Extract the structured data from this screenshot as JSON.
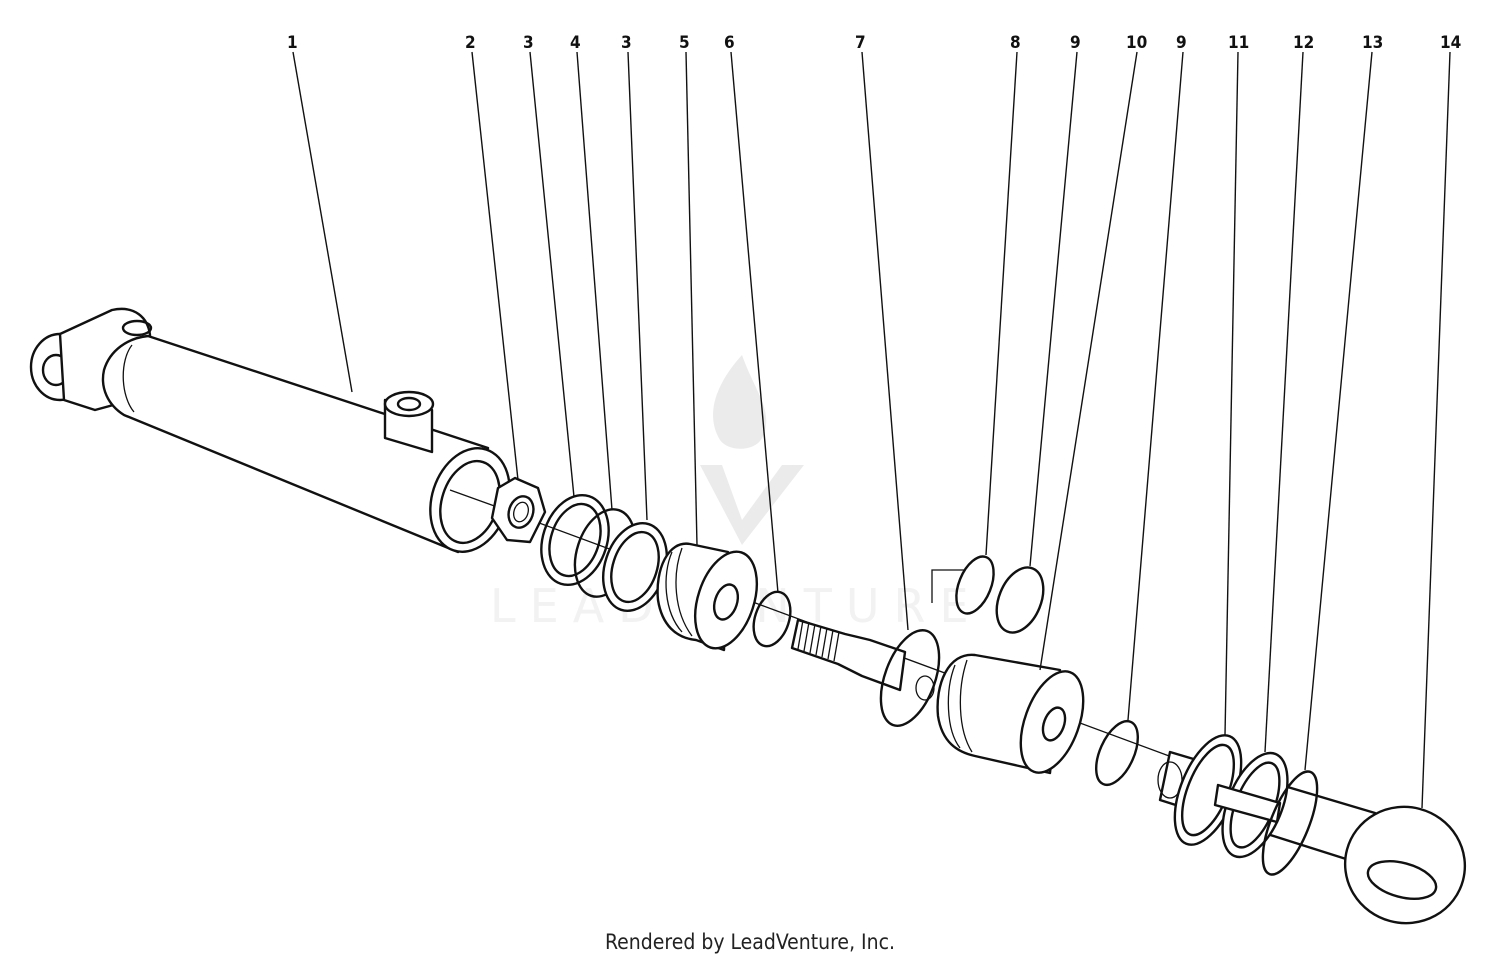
{
  "diagram": {
    "callouts": [
      "1",
      "2",
      "3",
      "4",
      "3",
      "5",
      "6",
      "7",
      "8",
      "9",
      "10",
      "9",
      "11",
      "12",
      "13",
      "14"
    ],
    "watermark": "LEADVENTURE"
  },
  "footer": {
    "credit": "Rendered by LeadVenture, Inc."
  }
}
